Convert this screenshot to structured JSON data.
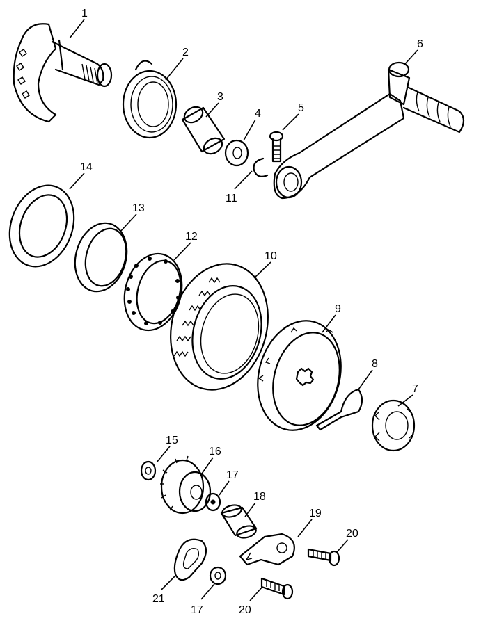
{
  "callouts": {
    "c1": "1",
    "c2": "2",
    "c3": "3",
    "c4": "4",
    "c5": "5",
    "c6": "6",
    "c7": "7",
    "c8": "8",
    "c9": "9",
    "c10": "10",
    "c11": "11",
    "c12": "12",
    "c13": "13",
    "c14": "14",
    "c15": "15",
    "c16": "16",
    "c17a": "17",
    "c17b": "17",
    "c18": "18",
    "c19": "19",
    "c20a": "20",
    "c20b": "20",
    "c21": "21"
  }
}
